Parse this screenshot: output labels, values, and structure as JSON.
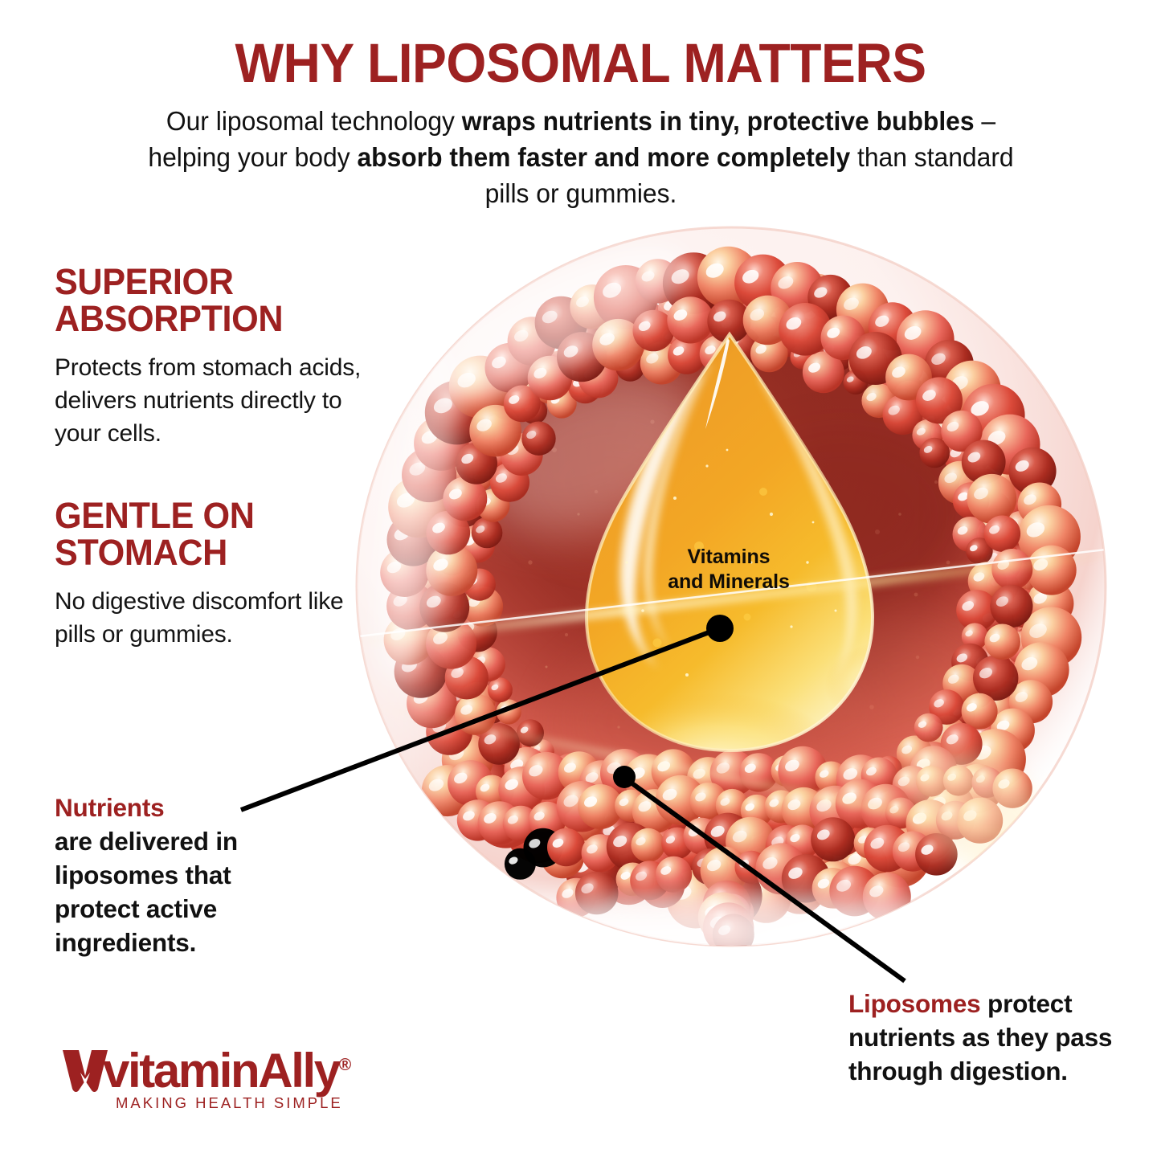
{
  "header": {
    "title": "WHY LIPOSOMAL MATTERS",
    "subtitle_part1": "Our liposomal technology ",
    "subtitle_bold1": "wraps nutrients in tiny, protective bubbles",
    "subtitle_part2": " – helping your body ",
    "subtitle_bold2": "absorb them faster and more completely",
    "subtitle_part3": " than standard pills or gummies."
  },
  "features": [
    {
      "heading": "SUPERIOR ABSORPTION",
      "body": "Protects from stomach acids, delivers nutrients directly to your cells."
    },
    {
      "heading": "GENTLE ON STOMACH",
      "body": "No digestive discomfort like pills or gummies."
    }
  ],
  "callouts": {
    "nutrients": {
      "highlight": "Nutrients",
      "rest": "are delivered in liposomes that protect active ingredients."
    },
    "liposomes": {
      "highlight": "Liposomes",
      "rest": " protect nutrients as they pass through digestion."
    }
  },
  "illustration": {
    "droplet_label_line1": "Vitamins",
    "droplet_label_line2": "and Minerals"
  },
  "logo": {
    "name_part1": "vitamin",
    "name_part2": "Ally",
    "registered": "®",
    "tagline": "MAKING HEALTH SIMPLE"
  },
  "colors": {
    "brand_red": "#9d2121",
    "text_black": "#111111",
    "background": "#ffffff",
    "bead_red": "#e05050",
    "bead_deep": "#b32424",
    "droplet_gold": "#f0a028",
    "droplet_light": "#fdf0b8"
  }
}
